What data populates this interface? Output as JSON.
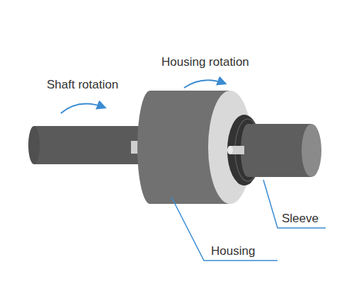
{
  "diagram": {
    "labels": [
      "Shaft rotation",
      "Housing rotation",
      "Sleeve",
      "Housing"
    ]
  }
}
